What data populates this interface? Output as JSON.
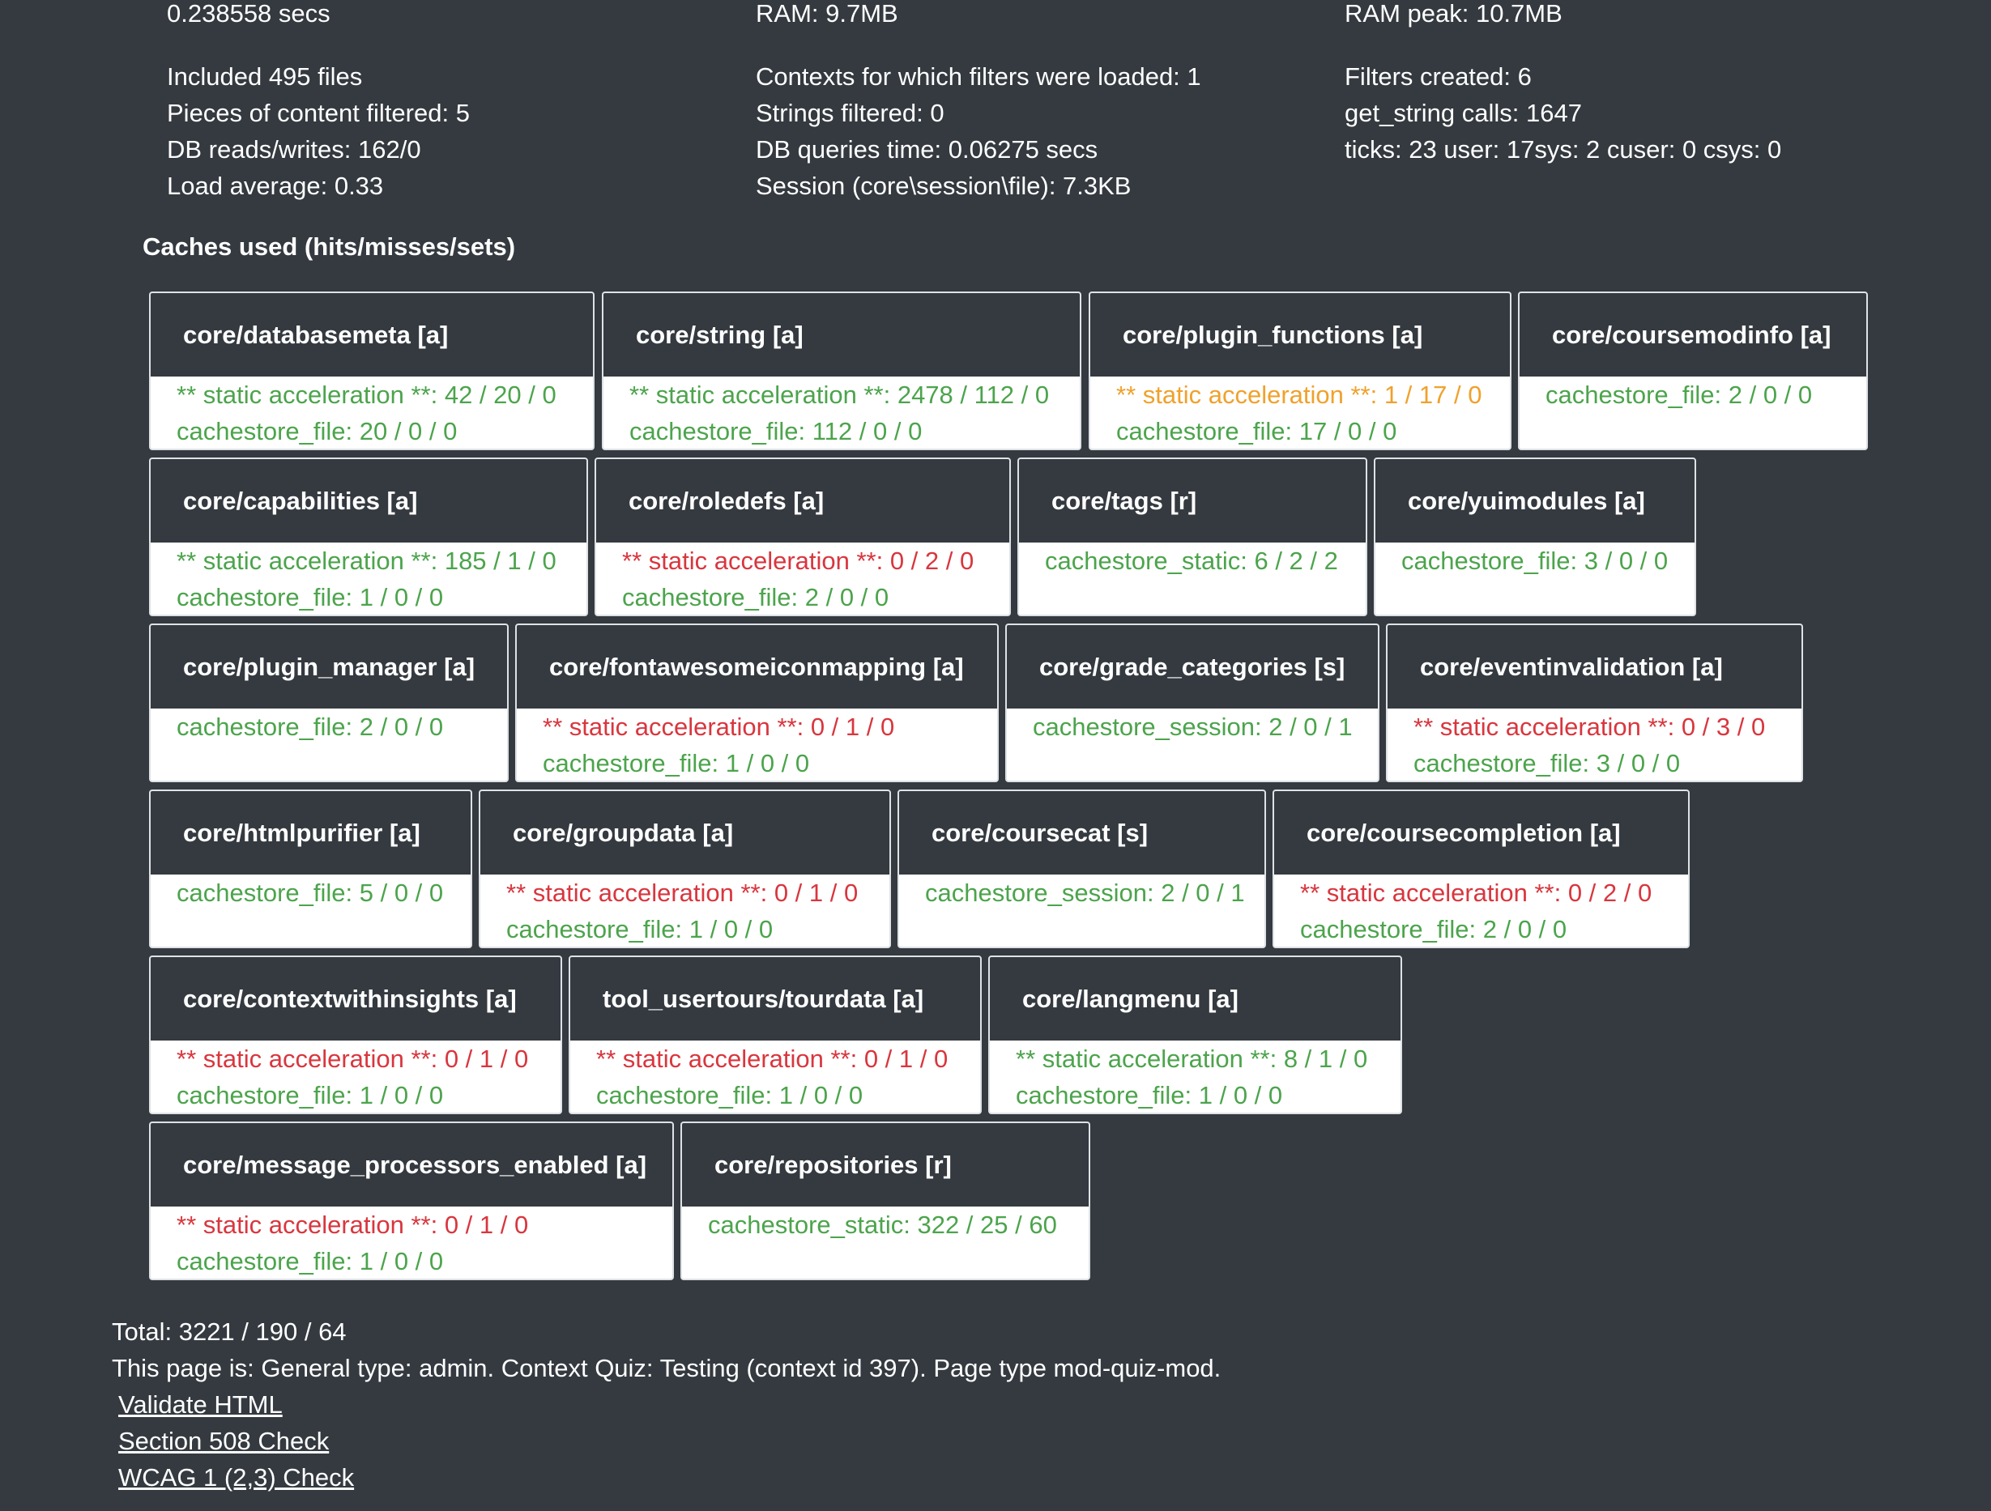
{
  "stats": {
    "time": "0.238558 secs",
    "ram": "RAM: 9.7MB",
    "ram_peak": "RAM peak: 10.7MB",
    "included_files": "Included 495 files",
    "contexts_filters": "Contexts for which filters were loaded: 1",
    "filters_created": "Filters created: 6",
    "pieces_filtered": "Pieces of content filtered: 5",
    "strings_filtered": "Strings filtered: 0",
    "get_string_calls": "get_string calls: 1647",
    "db_reads_writes": "DB reads/writes: 162/0",
    "db_queries_time": "DB queries time: 0.06275 secs",
    "ticks": "ticks: 23 user: 17sys: 2 cuser: 0 csys: 0",
    "load_average": "Load average: 0.33",
    "session": "Session (core\\session\\file): 7.3KB"
  },
  "caches_heading": "Caches used (hits/misses/sets)",
  "colors": {
    "background": "#343a40",
    "green": "#4ca44c",
    "red": "#d9363e",
    "orange": "#f0a12c"
  },
  "caches": [
    {
      "title": "core/databasemeta [a]",
      "lines": [
        {
          "text": "** static acceleration **: 42 / 20 / 0",
          "status": "green"
        },
        {
          "text": "cachestore_file: 20 / 0 / 0",
          "status": "green"
        }
      ]
    },
    {
      "title": "core/string [a]",
      "lines": [
        {
          "text": "** static acceleration **: 2478 / 112 / 0",
          "status": "green"
        },
        {
          "text": "cachestore_file: 112 / 0 / 0",
          "status": "green"
        }
      ]
    },
    {
      "title": "core/plugin_functions [a]",
      "lines": [
        {
          "text": "** static acceleration **: 1 / 17 / 0",
          "status": "orange"
        },
        {
          "text": "cachestore_file: 17 / 0 / 0",
          "status": "green"
        }
      ]
    },
    {
      "title": "core/coursemodinfo [a]",
      "lines": [
        {
          "text": "cachestore_file: 2 / 0 / 0",
          "status": "green"
        }
      ]
    },
    {
      "title": "core/capabilities [a]",
      "lines": [
        {
          "text": "** static acceleration **: 185 / 1 / 0",
          "status": "green"
        },
        {
          "text": "cachestore_file: 1 / 0 / 0",
          "status": "green"
        }
      ]
    },
    {
      "title": "core/roledefs [a]",
      "lines": [
        {
          "text": "** static acceleration **: 0 / 2 / 0",
          "status": "red"
        },
        {
          "text": "cachestore_file: 2 / 0 / 0",
          "status": "green"
        }
      ]
    },
    {
      "title": "core/tags [r]",
      "lines": [
        {
          "text": "cachestore_static: 6 / 2 / 2",
          "status": "green"
        }
      ]
    },
    {
      "title": "core/yuimodules [a]",
      "lines": [
        {
          "text": "cachestore_file: 3 / 0 / 0",
          "status": "green"
        }
      ]
    },
    {
      "title": "core/plugin_manager [a]",
      "lines": [
        {
          "text": "cachestore_file: 2 / 0 / 0",
          "status": "green"
        }
      ]
    },
    {
      "title": "core/fontawesomeiconmapping [a]",
      "lines": [
        {
          "text": "** static acceleration **: 0 / 1 / 0",
          "status": "red"
        },
        {
          "text": "cachestore_file: 1 / 0 / 0",
          "status": "green"
        }
      ]
    },
    {
      "title": "core/grade_categories [s]",
      "lines": [
        {
          "text": "cachestore_session: 2 / 0 / 1",
          "status": "green"
        }
      ]
    },
    {
      "title": "core/eventinvalidation [a]",
      "lines": [
        {
          "text": "** static acceleration **: 0 / 3 / 0",
          "status": "red"
        },
        {
          "text": "cachestore_file: 3 / 0 / 0",
          "status": "green"
        }
      ]
    },
    {
      "title": "core/htmlpurifier [a]",
      "lines": [
        {
          "text": "cachestore_file: 5 / 0 / 0",
          "status": "green"
        }
      ]
    },
    {
      "title": "core/groupdata [a]",
      "lines": [
        {
          "text": "** static acceleration **: 0 / 1 / 0",
          "status": "red"
        },
        {
          "text": "cachestore_file: 1 / 0 / 0",
          "status": "green"
        }
      ]
    },
    {
      "title": "core/coursecat [s]",
      "lines": [
        {
          "text": "cachestore_session: 2 / 0 / 1",
          "status": "green"
        }
      ]
    },
    {
      "title": "core/coursecompletion [a]",
      "lines": [
        {
          "text": "** static acceleration **: 0 / 2 / 0",
          "status": "red"
        },
        {
          "text": "cachestore_file: 2 / 0 / 0",
          "status": "green"
        }
      ]
    },
    {
      "title": "core/contextwithinsights [a]",
      "lines": [
        {
          "text": "** static acceleration **: 0 / 1 / 0",
          "status": "red"
        },
        {
          "text": "cachestore_file: 1 / 0 / 0",
          "status": "green"
        }
      ]
    },
    {
      "title": "tool_usertours/tourdata [a]",
      "lines": [
        {
          "text": "** static acceleration **: 0 / 1 / 0",
          "status": "red"
        },
        {
          "text": "cachestore_file: 1 / 0 / 0",
          "status": "green"
        }
      ]
    },
    {
      "title": "core/langmenu [a]",
      "lines": [
        {
          "text": "** static acceleration **: 8 / 1 / 0",
          "status": "green"
        },
        {
          "text": "cachestore_file: 1 / 0 / 0",
          "status": "green"
        }
      ]
    },
    {
      "title": "core/message_processors_enabled [a]",
      "lines": [
        {
          "text": "** static acceleration **: 0 / 1 / 0",
          "status": "red"
        },
        {
          "text": "cachestore_file: 1 / 0 / 0",
          "status": "green"
        }
      ]
    },
    {
      "title": "core/repositories [r]",
      "lines": [
        {
          "text": "cachestore_static: 322 / 25 / 60",
          "status": "green"
        }
      ]
    }
  ],
  "footer": {
    "total": "Total: 3221 / 190 / 64",
    "page_info": "This page is: General type: admin. Context Quiz: Testing (context id 397). Page type mod-quiz-mod.",
    "links": [
      "Validate HTML",
      "Section 508 Check",
      "WCAG 1 (2,3) Check"
    ]
  }
}
